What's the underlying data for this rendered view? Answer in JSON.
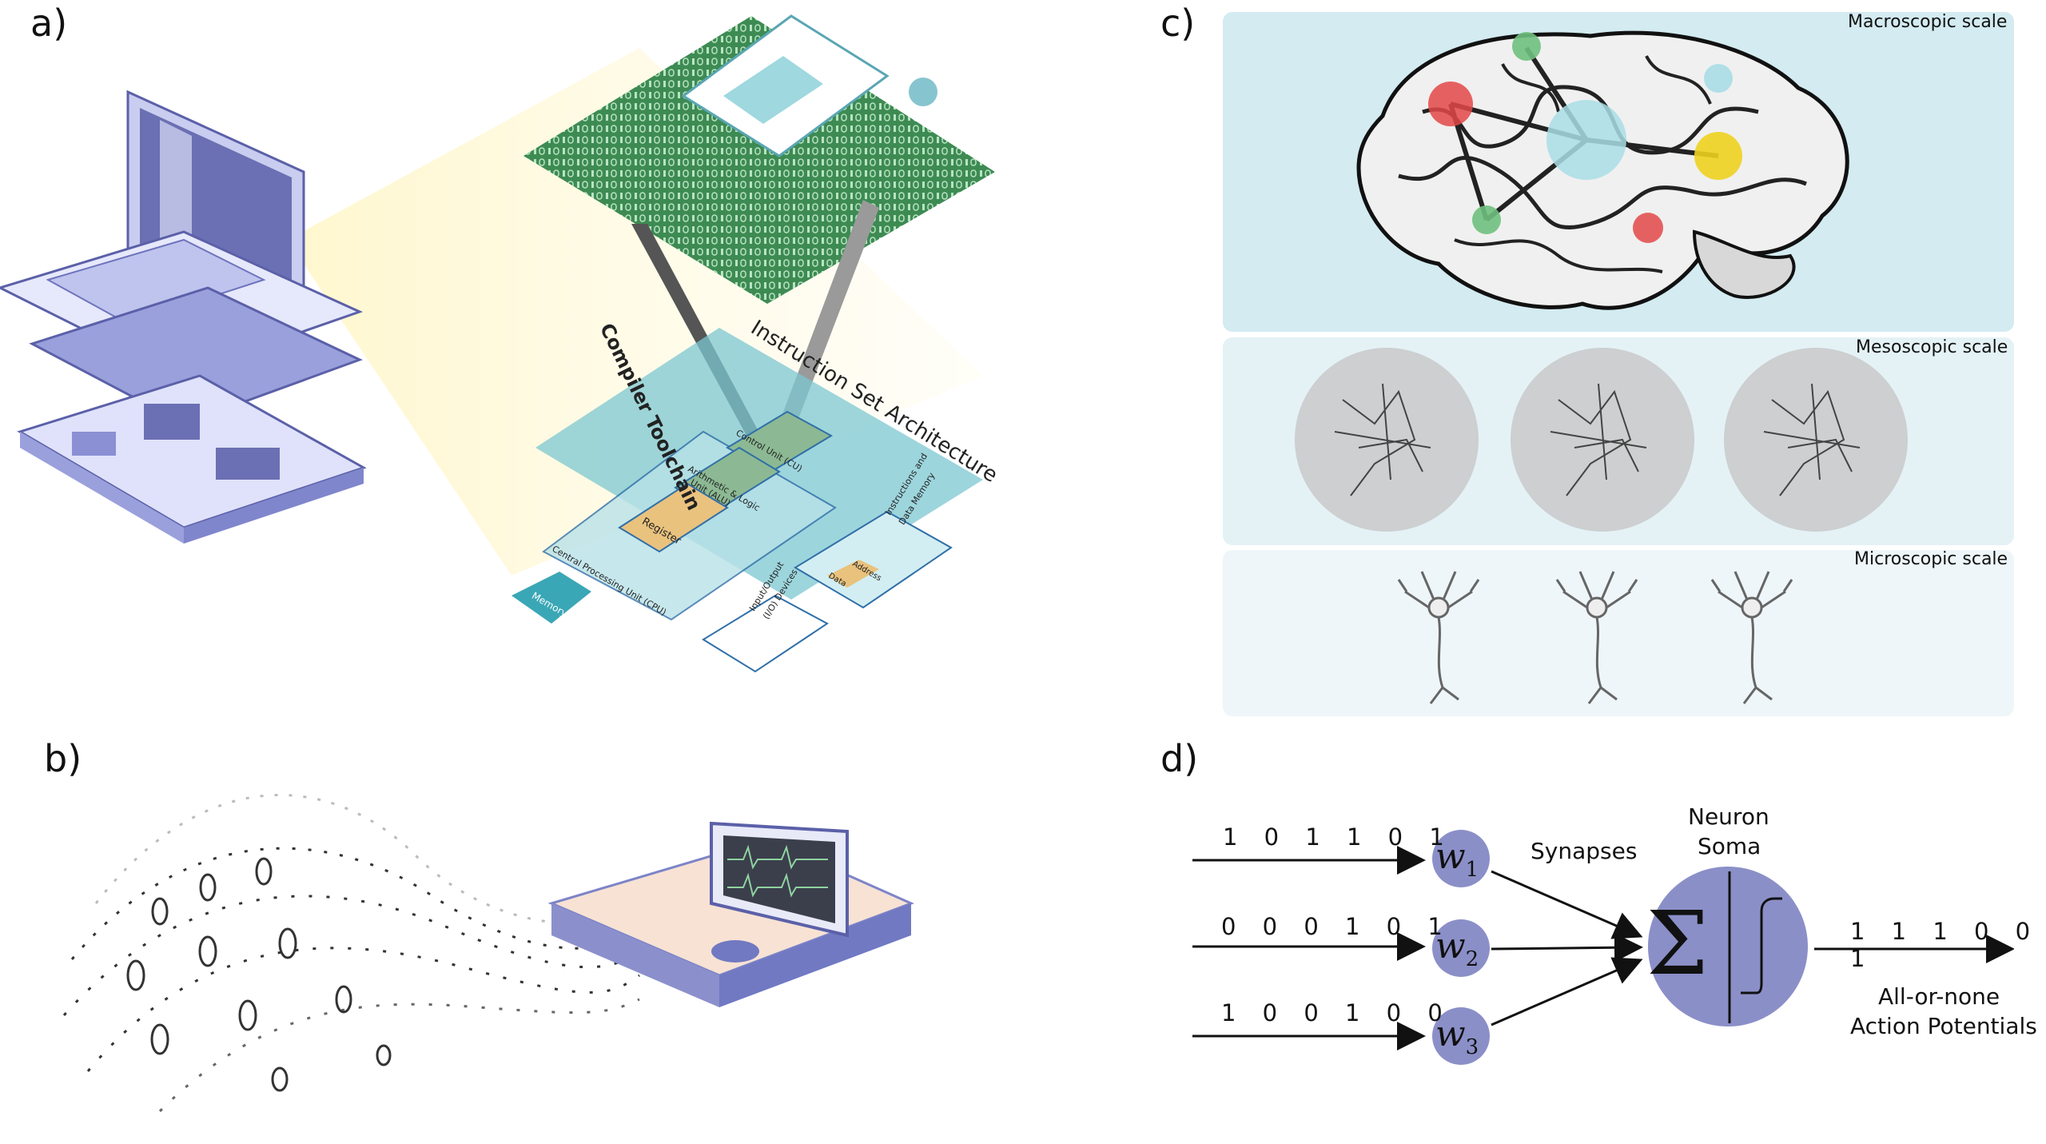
{
  "panels": {
    "a": "a)",
    "b": "b)",
    "c": "c)",
    "d": "d)"
  },
  "panel_a": {
    "compiler_label": "Compiler Toolchain",
    "isa_label": "Instruction Set Architecture",
    "cpu_label": "Central Processing Unit (CPU)",
    "control_unit": "Control Unit (CU)",
    "alu_line1": "Arithmetic & Logic",
    "alu_line2": "Unit (ALU)",
    "register": "Register",
    "memory": "Memory",
    "instr_mem_line1": "Instructions and",
    "instr_mem_line2": "Data Memory",
    "address": "Address",
    "data": "Data",
    "io_line1": "Input/Output",
    "io_line2": "(I/O) Devices"
  },
  "panel_c": {
    "macro": "Macroscopic scale",
    "meso": "Mesoscopic scale",
    "micro": "Microscopic scale"
  },
  "panel_d": {
    "inputs": [
      {
        "bits": "1 0 1 1 0 1",
        "weight": "w",
        "sub": "1"
      },
      {
        "bits": "0 0 0 1 0 1",
        "weight": "w",
        "sub": "2"
      },
      {
        "bits": "1 0 0 1 0 0",
        "weight": "w",
        "sub": "3"
      }
    ],
    "synapses": "Synapses",
    "neuron_line1": "Neuron",
    "neuron_line2": "Soma",
    "sum_symbol": "Σ",
    "output_bits": "1 1 1 0 0 1",
    "output_line1": "All-or-none",
    "output_line2": "Action Potentials"
  },
  "colors": {
    "node": "#8b8fc8",
    "panel_c_top": "#d3ebf1",
    "panel_c_mid": "#e4f2f6",
    "panel_c_bottom": "#eef6f9",
    "teal": "#7cc7d1",
    "green_pcb": "#3e8a55",
    "lavender": "#a9aee0"
  }
}
